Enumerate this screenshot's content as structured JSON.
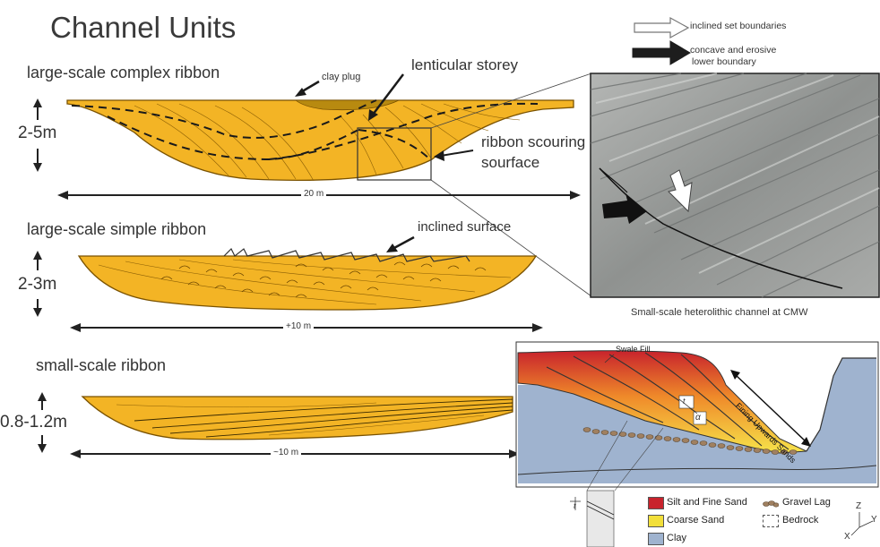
{
  "title": "Channel Units",
  "legend_top": {
    "inclined": "inclined set boundaries",
    "concave_line1": "concave and erosive",
    "concave_line2": "lower boundary"
  },
  "sections": [
    {
      "label": "large-scale complex ribbon",
      "thickness": "2-5m",
      "width": "20 m"
    },
    {
      "label": "large-scale simple ribbon",
      "thickness": "2-3m",
      "width": "+10 m"
    },
    {
      "label": "small-scale ribbon",
      "thickness": "0.8-1.2m",
      "width": "~10 m"
    }
  ],
  "callouts": {
    "clay_plug": "clay plug",
    "lenticular": "lenticular storey",
    "scouring_line1": "ribbon scouring",
    "scouring_line2": "sourface",
    "inclined_surface": "inclined surface"
  },
  "photo_caption": "Small-scale heterolithic channel at CMW",
  "block": {
    "swale_fill": "Swale Fill",
    "fining": "Fining Upwards Sands",
    "symbol_ts": "t",
    "symbol_alpha": "α",
    "axes": {
      "z": "Z",
      "y": "Y",
      "x": "X"
    }
  },
  "block_legend": [
    {
      "label": "Silt and Fine Sand",
      "color": "#c8232c"
    },
    {
      "label": "Coarse Sand",
      "color": "#f2df3a"
    },
    {
      "label": "Clay",
      "color": "#9fb3cf"
    },
    {
      "label": "Gravel Lag",
      "color": "#a08060"
    },
    {
      "label": "Bedrock",
      "color": "#ffffff"
    }
  ],
  "colors": {
    "sand": "#f3b425",
    "sand_dark": "#c98f10",
    "clay_plug": "#b8860b",
    "photo_rock": "#9a9c9c"
  }
}
